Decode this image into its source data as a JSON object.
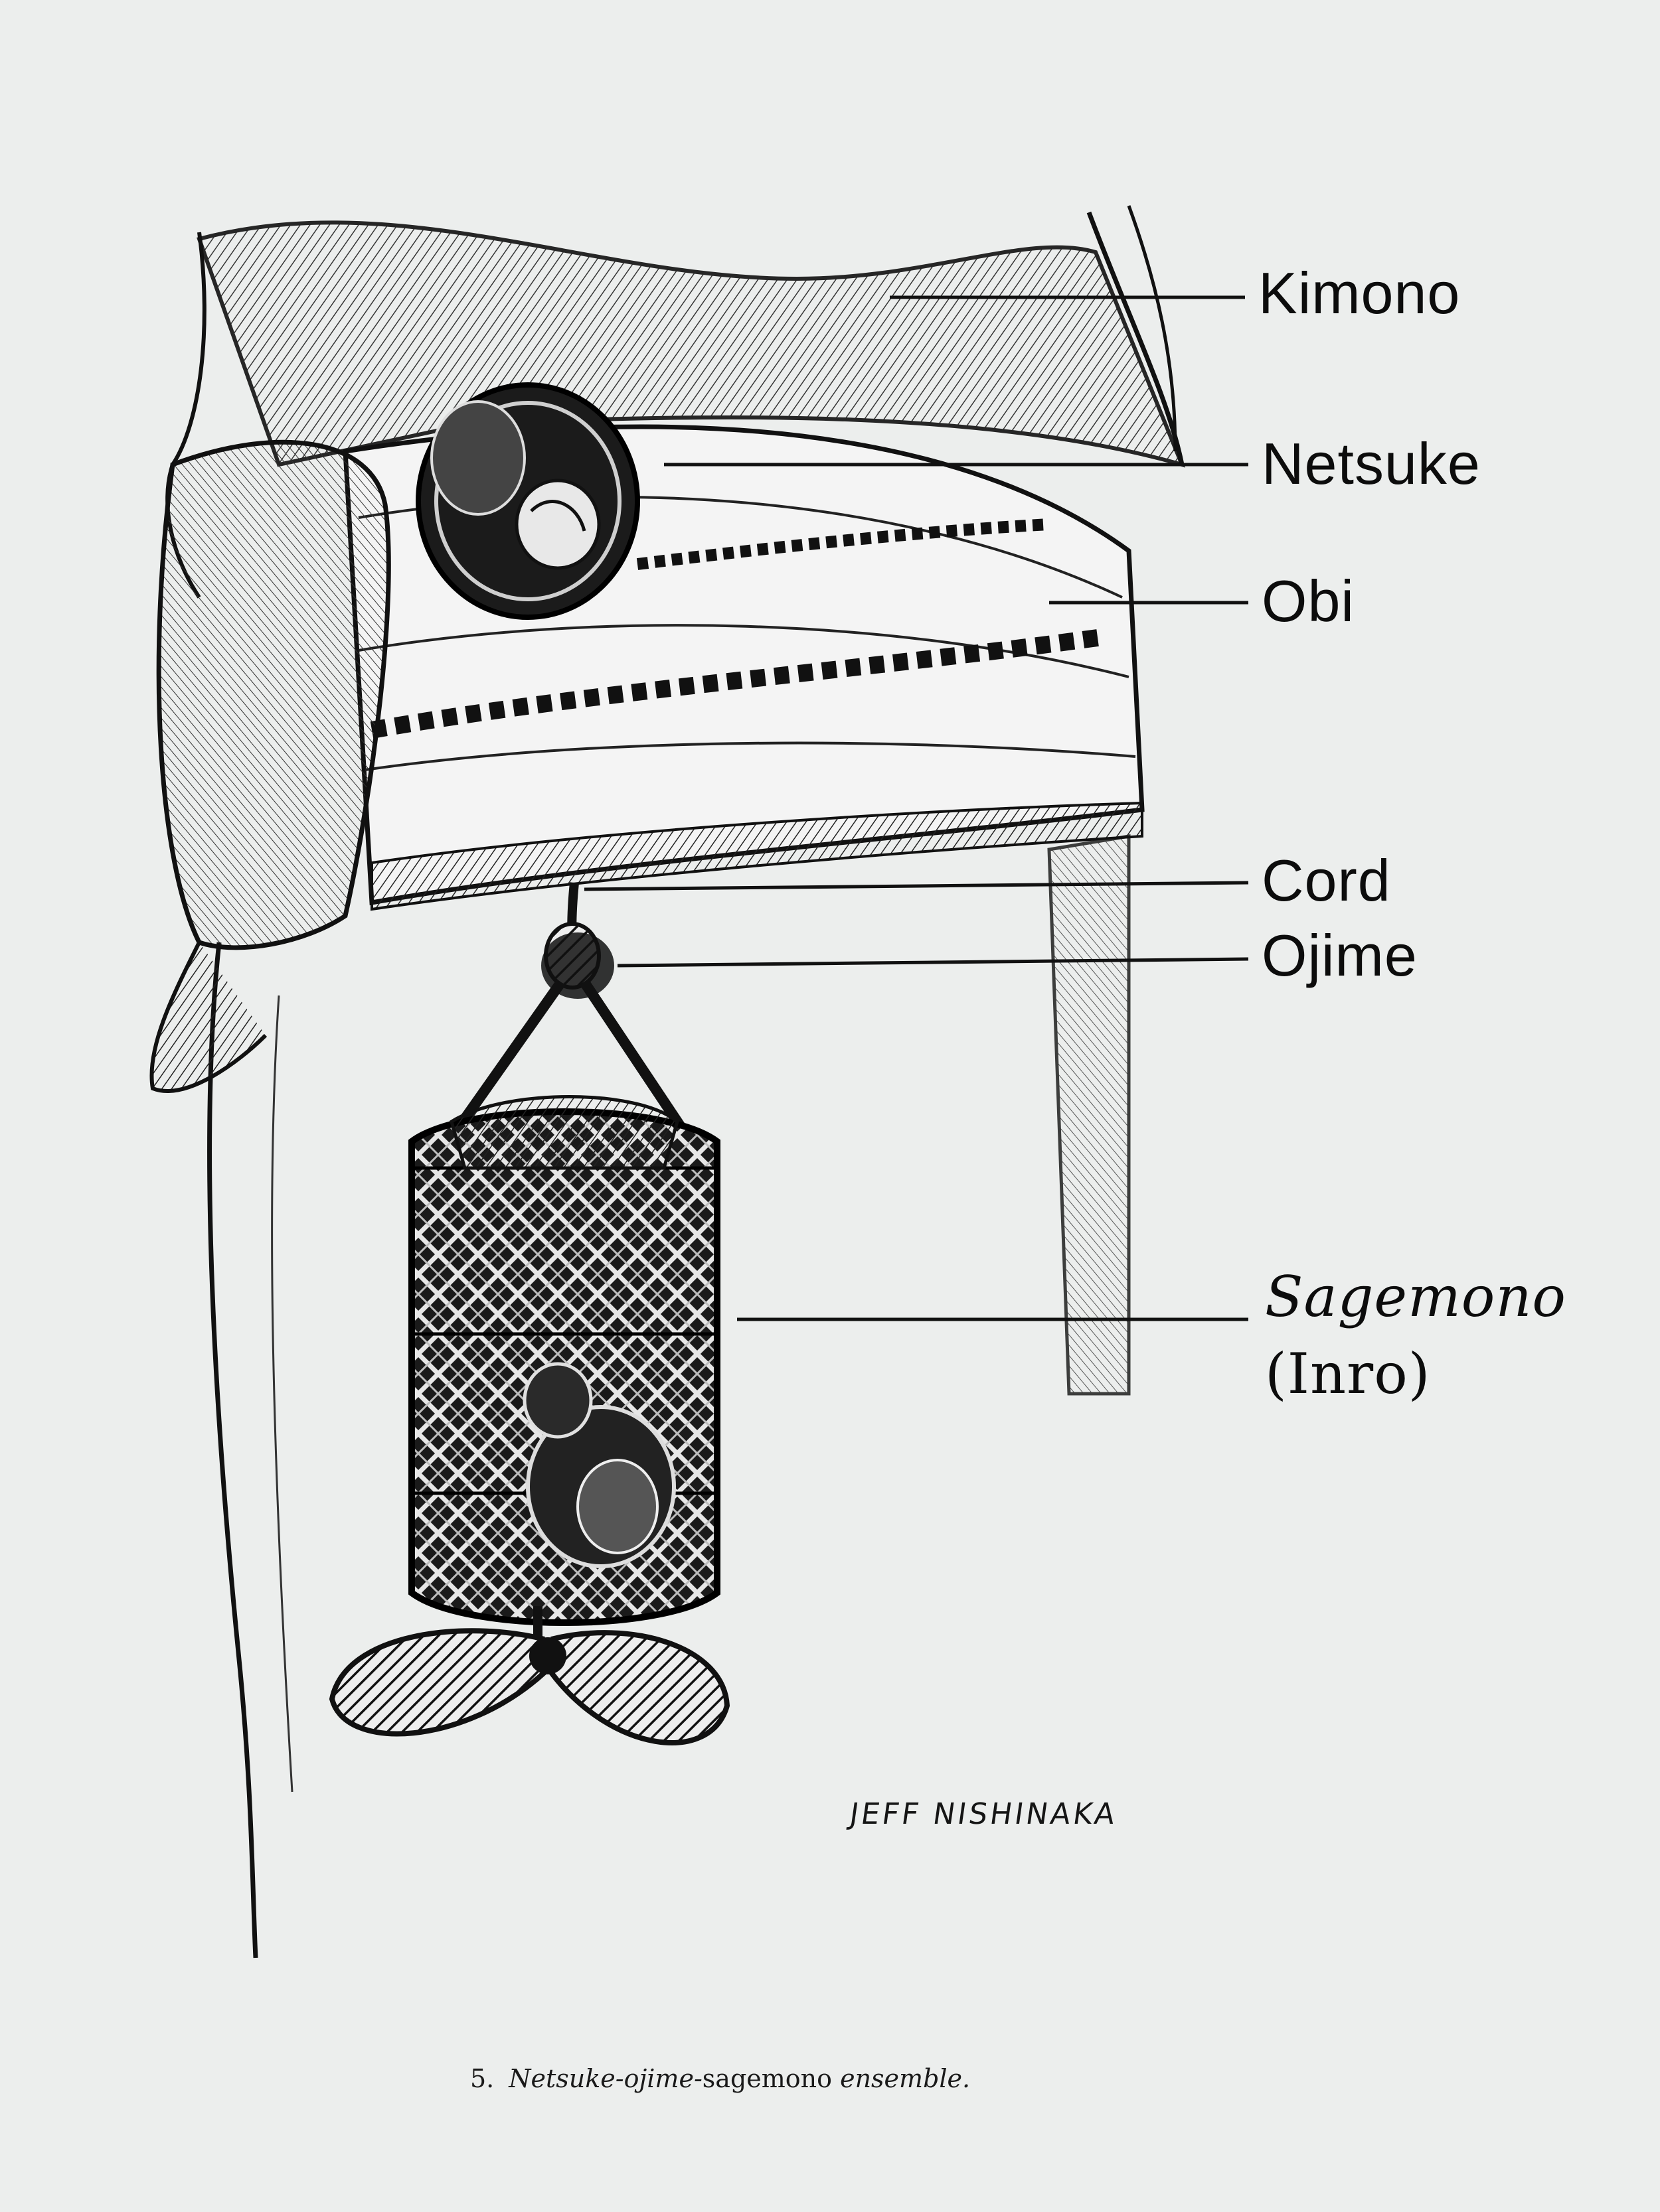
{
  "labels": {
    "kimono": "Kimono",
    "netsuke": "Netsuke",
    "obi": "Obi",
    "cord": "Cord",
    "ojime": "Ojime",
    "sagemono": "Sagemono",
    "inro": "(Inro)"
  },
  "signature": "JEFF NISHINAKA",
  "caption": {
    "number": "5.",
    "part1": "Netsuke-ojime-",
    "part2": "sagemono",
    "part3": " ensemble."
  },
  "colors": {
    "ink": "#0c0c0c",
    "paper": "#eceeed"
  }
}
